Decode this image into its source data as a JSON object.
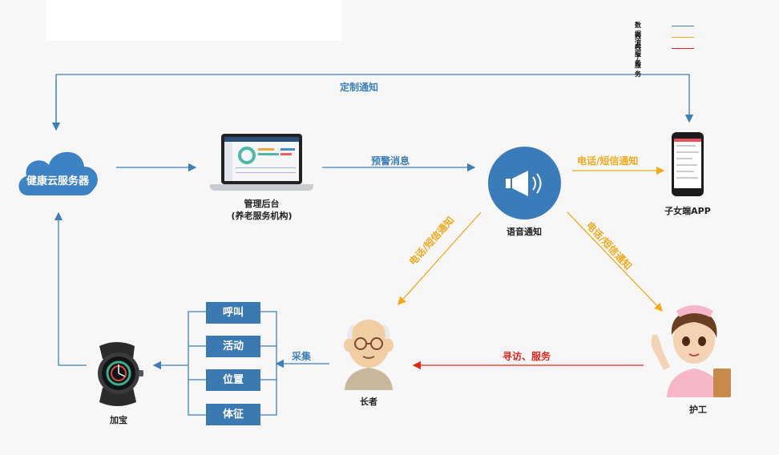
{
  "legend": {
    "data_flow": "数据流",
    "online_service": "线上服务",
    "offline_service": "线下服务"
  },
  "colors": {
    "data_flow": "#3d7fb8",
    "online_service": "#f2a91b",
    "offline_service": "#e0281e"
  },
  "nodes": {
    "cloud": "健康云服务器",
    "admin_line1": "管理后台",
    "admin_line2": "(养老服务机构)",
    "voice": "语音通知",
    "child_app": "子女端APP",
    "elder": "长者",
    "nurse": "护工",
    "watch": "加宝"
  },
  "edges": {
    "custom_notice": "定制通知",
    "alert_message": "预警消息",
    "sms_to_app": "电话/短信通知",
    "sms_to_elder": "电话/短信通知",
    "sms_to_nurse": "电话/短信通知",
    "collect": "采集",
    "visit_service": "寻访、服务"
  },
  "functions": [
    "呼叫",
    "活动",
    "位置",
    "体征"
  ]
}
